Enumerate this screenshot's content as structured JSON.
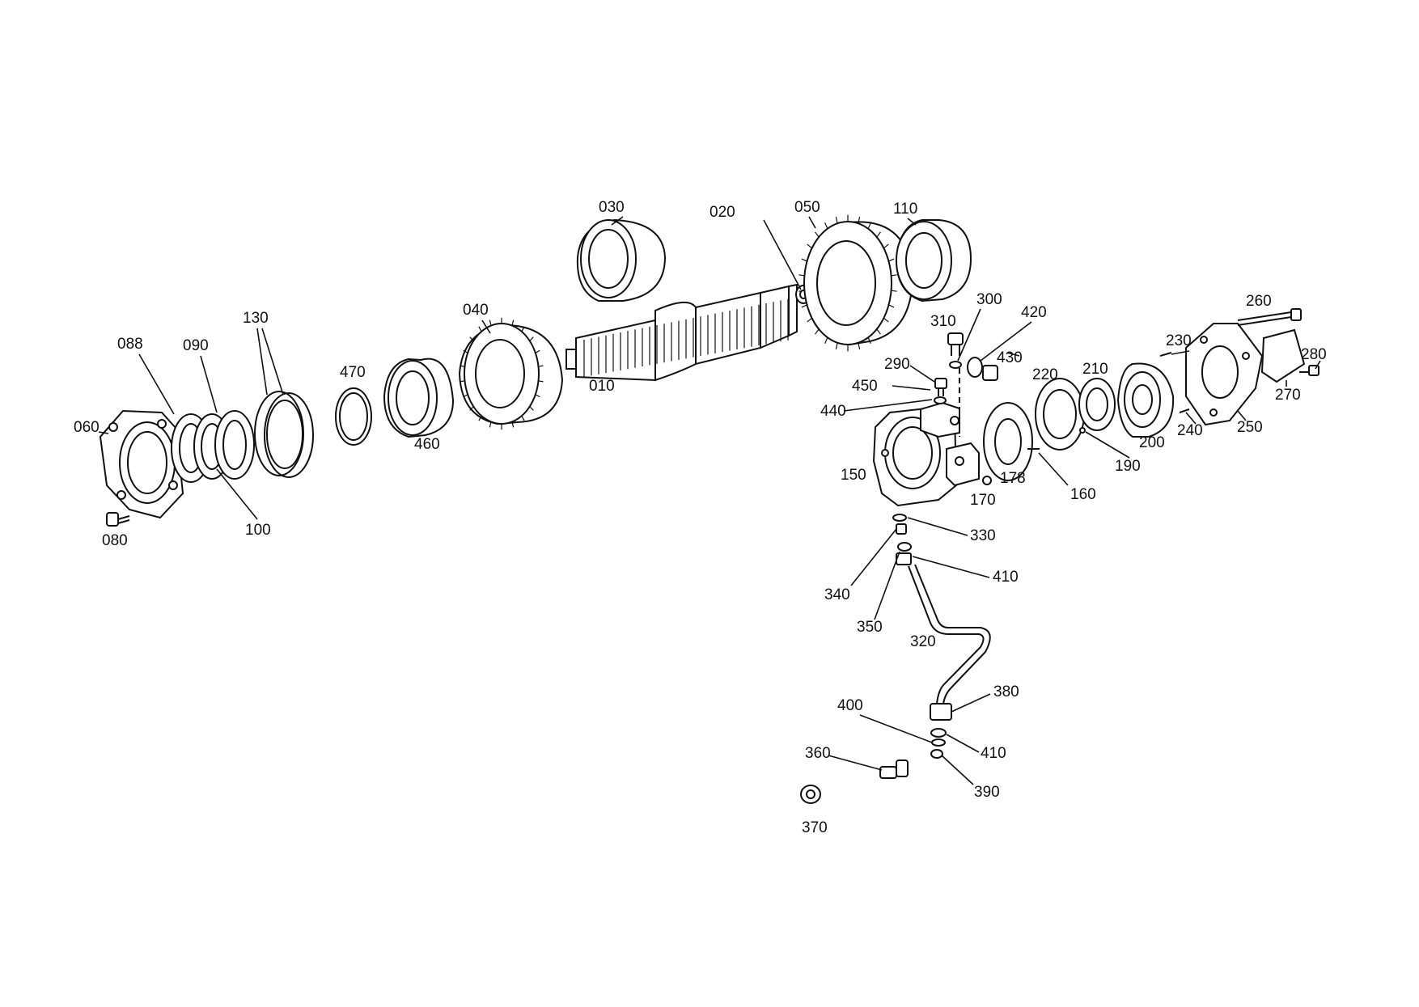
{
  "diagram": {
    "labels": {
      "p010": "010",
      "p020": "020",
      "p030": "030",
      "p040": "040",
      "p050": "050",
      "p060": "060",
      "p080": "080",
      "p088": "088",
      "p090": "090",
      "p100": "100",
      "p110": "110",
      "p130": "130",
      "p150": "150",
      "p160": "160",
      "p170": "170",
      "p178": "178",
      "p190": "190",
      "p200": "200",
      "p210": "210",
      "p220": "220",
      "p230": "230",
      "p240": "240",
      "p250": "250",
      "p260": "260",
      "p270": "270",
      "p280": "280",
      "p290": "290",
      "p300": "300",
      "p310": "310",
      "p320": "320",
      "p330": "330",
      "p340": "340",
      "p350": "350",
      "p360": "360",
      "p370": "370",
      "p380": "380",
      "p390": "390",
      "p400": "400",
      "p410a": "410",
      "p410b": "410",
      "p420": "420",
      "p430": "430",
      "p440": "440",
      "p450": "450",
      "p460": "460",
      "p470": "470"
    }
  }
}
